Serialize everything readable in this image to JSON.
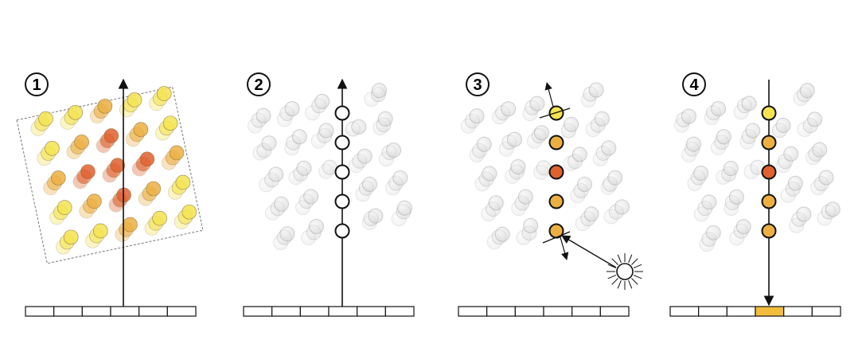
{
  "steps": [
    {
      "label": "1"
    },
    {
      "label": "2"
    },
    {
      "label": "3"
    },
    {
      "label": "4"
    }
  ],
  "icons": {
    "ray": "arrow-icon",
    "light_source": "sun-icon",
    "sample": "circle-icon"
  },
  "colors": {
    "ink": "#111111",
    "sample_empty": "#ffffff",
    "sample_light": "#f4e450",
    "sample_mid": "#ecb042",
    "sample_dense": "#e0602e",
    "pixel_hit": "#f2bd3c",
    "ghost": "#d8d8d8"
  },
  "ray_samples": 5,
  "pixels_per_row": 6
}
